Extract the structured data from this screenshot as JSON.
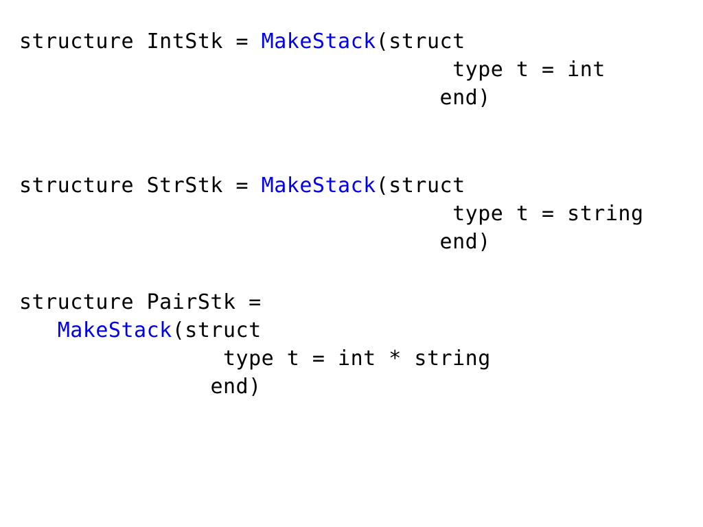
{
  "accent_color": "#0000ee",
  "blocks": [
    {
      "id": "intstk",
      "lines": [
        {
          "indent": "",
          "pre": "structure IntStk = ",
          "fn": "MakeStack",
          "post": "(struct"
        },
        {
          "indent": "                                  ",
          "pre": "type t = int",
          "fn": "",
          "post": ""
        },
        {
          "indent": "                                 ",
          "pre": "end)",
          "fn": "",
          "post": ""
        }
      ]
    },
    {
      "id": "strstk",
      "lines": [
        {
          "indent": "",
          "pre": "structure StrStk = ",
          "fn": "MakeStack",
          "post": "(struct"
        },
        {
          "indent": "                                  ",
          "pre": "type t = string",
          "fn": "",
          "post": ""
        },
        {
          "indent": "                                 ",
          "pre": "end)",
          "fn": "",
          "post": ""
        }
      ]
    },
    {
      "id": "pairstk",
      "lines": [
        {
          "indent": "",
          "pre": "structure PairStk =",
          "fn": "",
          "post": ""
        },
        {
          "indent": "   ",
          "pre": "",
          "fn": "MakeStack",
          "post": "(struct"
        },
        {
          "indent": "                ",
          "pre": "type t = int * string",
          "fn": "",
          "post": ""
        },
        {
          "indent": "               ",
          "pre": "end)",
          "fn": "",
          "post": ""
        }
      ]
    }
  ]
}
